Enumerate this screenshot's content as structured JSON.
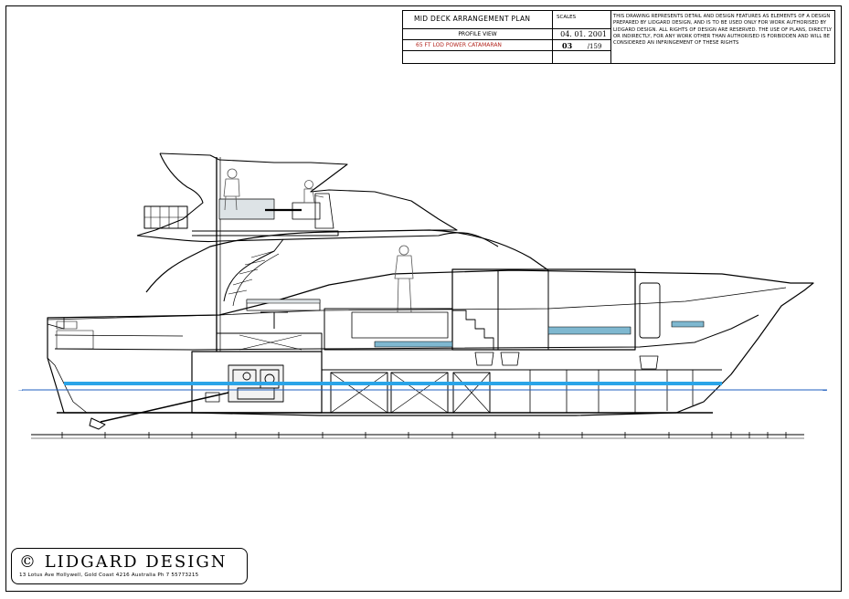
{
  "title_block": {
    "drawing_title": "MID DECK ARRANGEMENT PLAN",
    "scales_label": "SCALES",
    "view_label": "PROFILE VIEW",
    "date": "04. 01. 2001",
    "vessel": "65 FT LOD POWER CATAMARAN",
    "sheet_number": "03",
    "sheet_total": "/159",
    "copyright_notice": "THIS DRAWING REPRESENTS DETAIL AND DESIGN FEATURES AS ELEMENTS OF A DESIGN PREPARED BY LIDGARD DESIGN, AND IS TO BE USED ONLY FOR WORK AUTHORISED BY LIDGARD DESIGN. ALL RIGHTS OF DESIGN ARE RESERVED. THE USE OF PLANS, DIRECTLY OR INDIRECTLY, FOR ANY WORK OTHER THAN AUTHORISED IS FORBIDDEN AND WILL BE CONSIDERED AN INFRINGEMENT OF THESE RIGHTS"
  },
  "logo": {
    "brand": "© LIDGARD DESIGN",
    "address": "13 Lotus Ave Hollywell, Gold Coast 4216 Australia Ph 7 55773215"
  },
  "colors": {
    "waterline": "#1f5fbf",
    "tank_band": "#2aa4e8",
    "vessel_text": "#b3261e",
    "line": "#000000",
    "glass": "#dde3e6",
    "upholstery": "#7fb8d0"
  }
}
